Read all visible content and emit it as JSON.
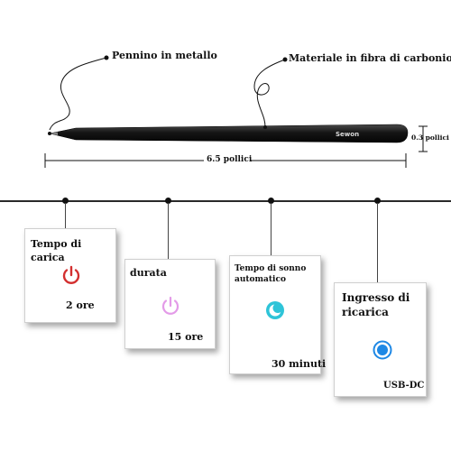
{
  "callouts": {
    "nib": "Pennino in metallo",
    "material": "Materiale in fibra di carbonio"
  },
  "pen": {
    "brand": "Sewon",
    "length": "6.5 pollici",
    "diameter": "0.3 pollici"
  },
  "cards": [
    {
      "title": "Tempo di carica",
      "value": "2 ore",
      "icon": "power-icon",
      "color": "#d32f2f"
    },
    {
      "title": "durata",
      "value": "15 ore",
      "icon": "power-icon",
      "color": "#e39be8"
    },
    {
      "title": "Tempo di sonno automatico",
      "value": "30 minuti",
      "icon": "moon-icon",
      "color": "#2ec4d8"
    },
    {
      "title": "Ingresso di ricarica",
      "value": "USB-DC",
      "icon": "usb-port-icon",
      "color": "#1e88e5"
    }
  ]
}
